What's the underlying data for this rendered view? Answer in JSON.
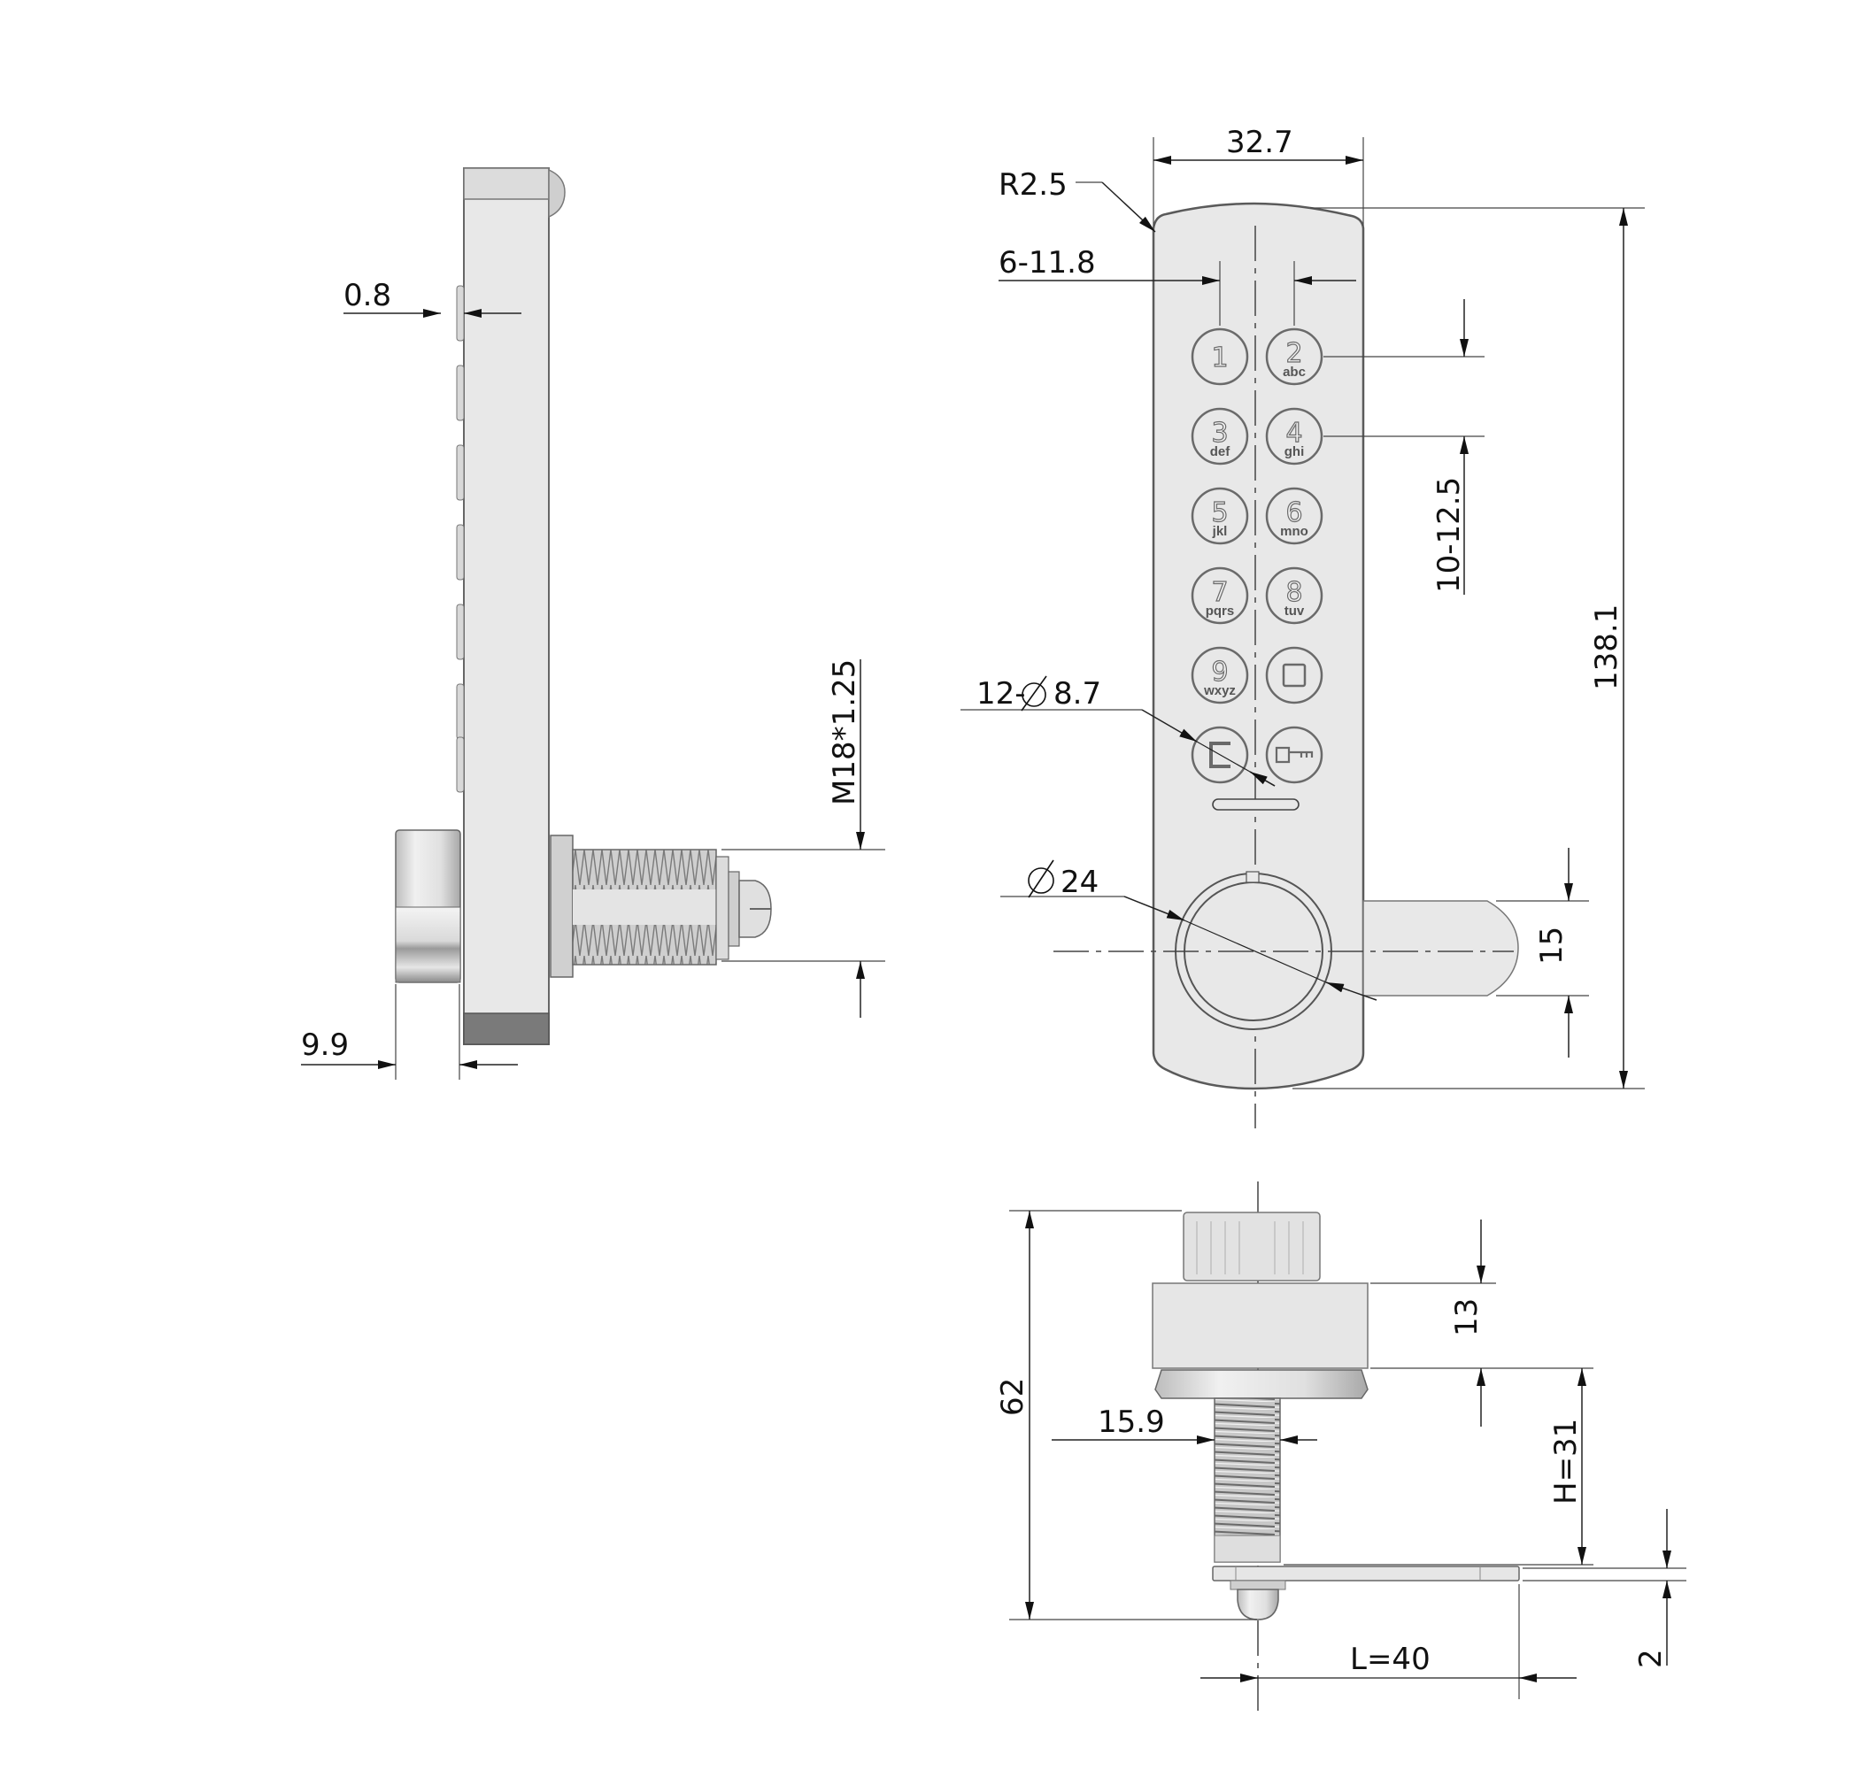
{
  "drawing": {
    "subject": "Electronic keypad cam lock",
    "views": [
      "side-view",
      "front-view",
      "bottom-view"
    ]
  },
  "front_view": {
    "dimensions": {
      "width": "32.7",
      "corner_radius": "R2.5",
      "button_spacing_horizontal": "6-11.8",
      "button_spacing_vertical": "10-12.5",
      "overall_height": "138.1",
      "button_diameter": "12-Ø 8.7",
      "button_diameter_prefix": "12-",
      "button_diameter_value": "8.7",
      "cylinder_diameter_value": "24",
      "cam_width": "15"
    },
    "keypad": [
      {
        "digit": "1",
        "letters": ""
      },
      {
        "digit": "2",
        "letters": "abc"
      },
      {
        "digit": "3",
        "letters": "def"
      },
      {
        "digit": "4",
        "letters": "ghi"
      },
      {
        "digit": "5",
        "letters": "jkl"
      },
      {
        "digit": "6",
        "letters": "mno"
      },
      {
        "digit": "7",
        "letters": "pqrs"
      },
      {
        "digit": "8",
        "letters": "tuv"
      },
      {
        "digit": "9",
        "letters": "wxyz"
      },
      {
        "digit": "",
        "letters": "",
        "icon": "square-icon"
      },
      {
        "digit": "",
        "letters": "",
        "icon": "clear-c-icon"
      },
      {
        "digit": "",
        "letters": "",
        "icon": "key-icon"
      }
    ]
  },
  "side_view": {
    "dimensions": {
      "button_protrusion": "0.8",
      "knob_depth": "9.9",
      "thread_spec": "M18*1.25"
    }
  },
  "bottom_view": {
    "dimensions": {
      "overall_length": "62",
      "collar_height": "13",
      "thread_diameter": "15.9",
      "cam_height": "H=31",
      "cam_length": "L=40",
      "cam_thickness": "2"
    }
  },
  "colors": {
    "body_fill": "#e8e8e8",
    "outline": "#5a5a5a",
    "dimension_line": "#222222",
    "background": "#ffffff"
  }
}
